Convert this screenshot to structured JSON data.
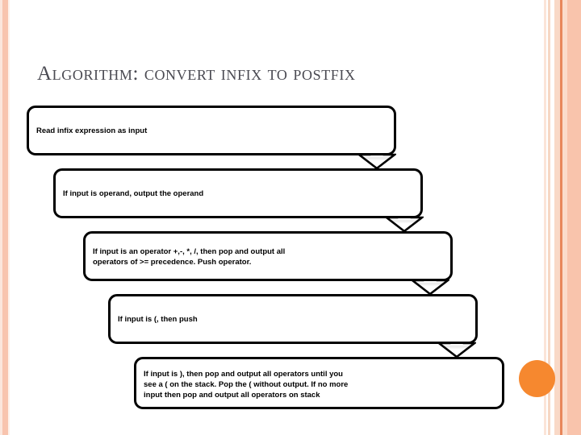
{
  "slide": {
    "title": "Algorithm: convert infix to postfix",
    "background_color": "#ffffff"
  },
  "theme": {
    "accent_orange": "#f6882f",
    "stripe_peach": "#f9c4ac",
    "stripe_light": "#fbe4d8",
    "stripe_dark": "#e8875b",
    "title_color": "#4a4a52",
    "box_border_color": "#000000",
    "box_fill_color": "#ffffff"
  },
  "flowchart": {
    "type": "cascading-process-flow",
    "direction": "top-to-bottom",
    "steps": [
      {
        "index": 1,
        "name": "read-input",
        "text": "Read infix expression as input"
      },
      {
        "index": 2,
        "name": "operand-rule",
        "text": "If input is operand, output the operand"
      },
      {
        "index": 3,
        "name": "operator-rule",
        "text": "If input is an operator +,-, *, /, then pop and output all\noperators of  >= precedence. Push operator."
      },
      {
        "index": 4,
        "name": "open-paren-rule",
        "text": "If  input is (, then push"
      },
      {
        "index": 5,
        "name": "close-paren-rule",
        "text": "If input is ), then pop and output all operators until you\nsee a ( on the stack. Pop the ( without output. If no more\ninput then pop and output all operators on stack"
      }
    ],
    "connectors": [
      {
        "name": "connector-1-to-2",
        "glyph": "down-block-arrow"
      },
      {
        "name": "connector-2-to-3",
        "glyph": "down-block-arrow"
      },
      {
        "name": "connector-3-to-4",
        "glyph": "down-block-arrow"
      },
      {
        "name": "connector-4-to-5",
        "glyph": "down-block-arrow"
      }
    ]
  },
  "decorations": {
    "left_stripes": [
      "#fbe6dc",
      "#f8c4ae",
      "#fdf1ea"
    ],
    "right_stripes": [
      "#fbe4d8",
      "#ffffff",
      "#f6d7c4",
      "#ffffff",
      "#f9d9c7",
      "#e8875b",
      "#fbdccb",
      "#f9c4ac"
    ],
    "circle_accent_color": "#f6882f"
  }
}
